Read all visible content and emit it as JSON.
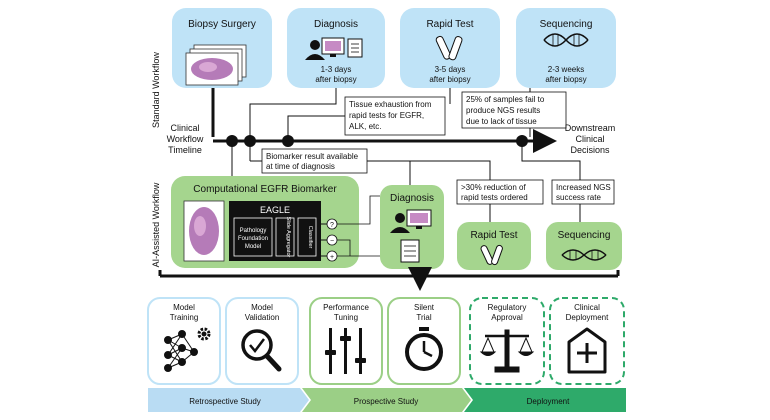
{
  "side_labels": {
    "standard": "Standard Workflow",
    "ai": "AI-Assisted Workflow"
  },
  "timeline": {
    "label_line1": "Clinical",
    "label_line2": "Workflow",
    "label_line3": "Timeline",
    "end_line1": "Downstream",
    "end_line2": "Clinical",
    "end_line3": "Decisions"
  },
  "standard_steps": [
    {
      "title": "Biopsy Surgery",
      "detail1": "",
      "detail2": ""
    },
    {
      "title": "Diagnosis",
      "detail1": "1-3 days",
      "detail2": "after biopsy"
    },
    {
      "title": "Rapid Test",
      "detail1": "3-5 days",
      "detail2": "after biopsy"
    },
    {
      "title": "Sequencing",
      "detail1": "2-3 weeks",
      "detail2": "after biopsy"
    }
  ],
  "notes": {
    "tissue_exhaustion": [
      "Tissue exhaustion from",
      "rapid tests for EGFR,",
      "ALK, etc."
    ],
    "ngs_fail": [
      "25% of samples fail to",
      "produce NGS results",
      "due to lack of tissue"
    ],
    "biomarker_available": [
      "Biomarker result available",
      "at time of diagnosis"
    ],
    "reduction": [
      ">30% reduction of",
      "rapid tests ordered"
    ],
    "ngs_success": [
      "Increased NGS",
      "success rate"
    ]
  },
  "ai_workflow": {
    "biomarker_title": "Computational EGFR Biomarker",
    "eagle_title": "EAGLE",
    "foundation_model": [
      "Pathology",
      "Foundation",
      "Model"
    ],
    "slide_aggregator": "Slide Aggregator",
    "classifier": "Classifier",
    "outcomes": [
      "?",
      "−",
      "+"
    ],
    "diagnosis": "Diagnosis",
    "rapid_test": "Rapid Test",
    "sequencing": "Sequencing"
  },
  "phases": [
    {
      "title1": "Model",
      "title2": "Training",
      "icon": "neural-network-gear-icon"
    },
    {
      "title1": "Model",
      "title2": "Validation",
      "icon": "magnifier-check-icon"
    },
    {
      "title1": "Performance",
      "title2": "Tuning",
      "icon": "sliders-icon"
    },
    {
      "title1": "Silent",
      "title2": "Trial",
      "icon": "stopwatch-icon"
    },
    {
      "title1": "Regulatory",
      "title2": "Approval",
      "icon": "scales-icon"
    },
    {
      "title1": "Clinical",
      "title2": "Deployment",
      "icon": "hospital-icon"
    }
  ],
  "study_bars": [
    {
      "label": "Retrospective Study",
      "color": "#b9dcf3"
    },
    {
      "label": "Prospective Study",
      "color": "#9bcf86"
    },
    {
      "label": "Deployment",
      "color": "#2eaa6a"
    }
  ],
  "colors": {
    "blue_box": "#bfe3f7",
    "green_box": "#a5d58e",
    "green_border": "#7dbb63",
    "deploy_green": "#2eaa6a",
    "dark": "#111111"
  }
}
